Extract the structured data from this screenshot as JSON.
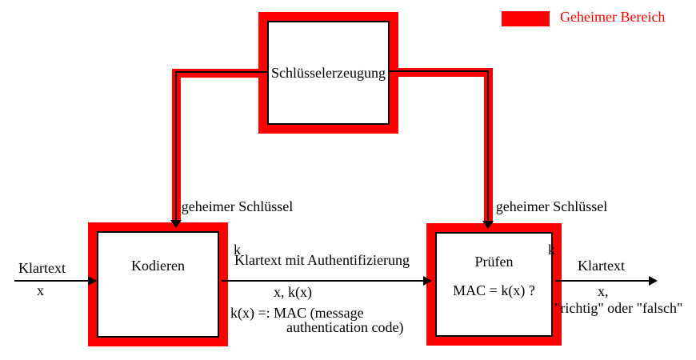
{
  "legend": {
    "label": "Geheimer Bereich",
    "swatch_color": "#ff0000"
  },
  "boxes": {
    "key_generation": {
      "label": "Schlüsselerzeugung"
    },
    "encode": {
      "label": "Kodieren"
    },
    "verify": {
      "label": "Prüfen",
      "formula": "MAC = k(x) ?"
    }
  },
  "edges": {
    "key_left": {
      "line1": "geheimer Schlüssel",
      "line2": "k"
    },
    "key_right": {
      "line1": "geheimer Schlüssel",
      "line2": "k"
    },
    "input": {
      "line1": "Klartext",
      "line2": "x"
    },
    "middle": {
      "title": "Klartext mit Authentifizierung",
      "value": "x, k(x)",
      "note_line1": "k(x) =: MAC (message",
      "note_line2": "authentication code)"
    },
    "output": {
      "line1": "Klartext",
      "line2": "x,",
      "line3": "\"richtig\" oder \"falsch\""
    }
  },
  "colors": {
    "accent": "#ff0000",
    "text": "#000000"
  }
}
